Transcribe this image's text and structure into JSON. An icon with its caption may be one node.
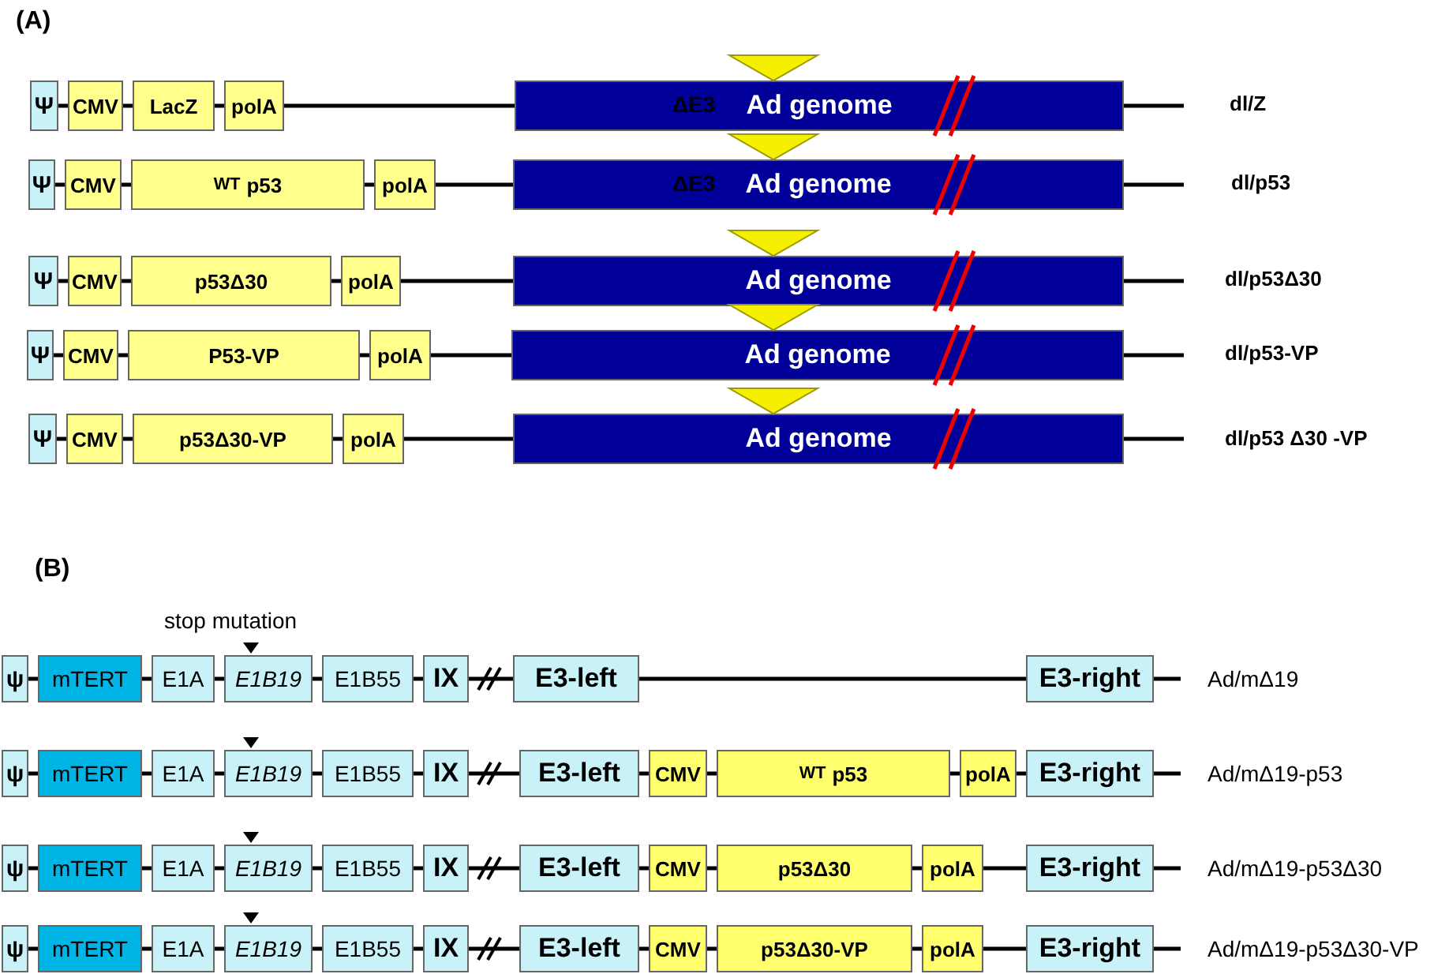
{
  "diagram": {
    "nodes": [
      {
        "text": [
          "Ψ"
        ]
      },
      {
        "text": [
          "CMV"
        ]
      },
      {
        "text": [
          "LacZ"
        ]
      },
      {
        "text": [
          "polA"
        ]
      },
      {
        "text": [
          "Ad genome"
        ]
      },
      {
        "text": [
          "Ψ"
        ]
      },
      {
        "text": [
          "CMV"
        ]
      },
      {
        "text": [
          "$^{WT}$ p53"
        ]
      },
      {
        "text": [
          "polA"
        ]
      },
      {
        "text": [
          "Ad genome"
        ]
      },
      {
        "text": [
          "Ψ"
        ]
      },
      {
        "text": [
          "CMV"
        ]
      },
      {
        "text": [
          "p53Δ30"
        ]
      },
      {
        "text": [
          "polA"
        ]
      },
      {
        "text": [
          "Ad genome"
        ]
      },
      {
        "text": [
          "Ψ"
        ]
      },
      {
        "text": [
          "CMV"
        ]
      },
      {
        "text": [
          "P53-VP"
        ]
      },
      {
        "text": [
          "polA"
        ]
      },
      {
        "text": [
          "Ad genome"
        ]
      },
      {
        "text": [
          "Ψ"
        ]
      },
      {
        "text": [
          "CMV"
        ]
      },
      {
        "text": [
          "p53Δ30-VP"
        ]
      },
      {
        "text": [
          "polA"
        ]
      },
      {
        "text": [
          "Ad genome"
        ]
      },
      {
        "text": [
          "ψ"
        ]
      },
      {
        "text": [
          "mTERT"
        ]
      },
      {
        "text": [
          "E1A"
        ]
      },
      {
        "text": [
          "E1B19"
        ]
      },
      {
        "text": [
          "E1B55"
        ]
      },
      {
        "text": [
          "IX"
        ]
      },
      {
        "text": [
          "E3-left"
        ]
      },
      {
        "text": [
          "E3-right"
        ]
      },
      {
        "text": [
          "ψ"
        ]
      },
      {
        "text": [
          "mTERT"
        ]
      },
      {
        "text": [
          "E1A"
        ]
      },
      {
        "text": [
          "E1B19"
        ]
      },
      {
        "text": [
          "E1B55"
        ]
      },
      {
        "text": [
          "IX"
        ]
      },
      {
        "text": [
          "E3-left"
        ]
      },
      {
        "text": [
          "CMV"
        ]
      },
      {
        "text": [
          "$^{WT}$ p53"
        ]
      },
      {
        "text": [
          "polA"
        ]
      },
      {
        "text": [
          "E3-right"
        ]
      },
      {
        "text": [
          "ψ"
        ]
      },
      {
        "text": [
          "mTERT"
        ]
      },
      {
        "text": [
          "E1A"
        ]
      },
      {
        "text": [
          "E1B19"
        ]
      },
      {
        "text": [
          "E1B55"
        ]
      },
      {
        "text": [
          "IX"
        ]
      },
      {
        "text": [
          "E3-left"
        ]
      },
      {
        "text": [
          "CMV"
        ]
      },
      {
        "text": [
          "p53Δ30"
        ]
      },
      {
        "text": [
          "polA"
        ]
      },
      {
        "text": [
          "E3-right"
        ]
      },
      {
        "text": [
          "ψ"
        ]
      },
      {
        "text": [
          "mTERT"
        ]
      },
      {
        "text": [
          "E1A"
        ]
      },
      {
        "text": [
          "E1B19"
        ]
      },
      {
        "text": [
          "E1B55"
        ]
      },
      {
        "text": [
          "IX"
        ]
      },
      {
        "text": [
          "E3-left"
        ]
      },
      {
        "text": [
          "CMV"
        ]
      },
      {
        "text": [
          "p53Δ30-VP"
        ]
      },
      {
        "text": [
          "polA"
        ]
      },
      {
        "text": [
          "E3-right"
        ]
      }
    ],
    "edges": [
      {
        "from": 0,
        "to": 1,
        "arrow": "none"
      },
      {
        "from": 1,
        "to": 2,
        "arrow": "none"
      },
      {
        "from": 2,
        "to": 3,
        "arrow": "none"
      },
      {
        "from": 3,
        "to": 4,
        "arrow": "none"
      },
      {
        "from": 4,
        "to": null,
        "arrow": "none"
      },
      {
        "from": 5,
        "to": 6,
        "arrow": "none"
      },
      {
        "from": 6,
        "to": 7,
        "arrow": "none"
      },
      {
        "from": 7,
        "to": 8,
        "arrow": "none"
      },
      {
        "from": 8,
        "to": 9,
        "arrow": "none"
      },
      {
        "from": 9,
        "to": null,
        "arrow": "none"
      },
      {
        "from": 10,
        "to": 11,
        "arrow": "none"
      },
      {
        "from": 11,
        "to": 12,
        "arrow": "none"
      },
      {
        "from": 12,
        "to": 13,
        "arrow": "none"
      },
      {
        "from": 13,
        "to": 14,
        "arrow": "none"
      },
      {
        "from": 14,
        "to": null,
        "arrow": "none"
      },
      {
        "from": 15,
        "to": 16,
        "arrow": "none"
      },
      {
        "from": 16,
        "to": 17,
        "arrow": "none"
      },
      {
        "from": 17,
        "to": 18,
        "arrow": "none"
      },
      {
        "from": 18,
        "to": 19,
        "arrow": "none"
      },
      {
        "from": 19,
        "to": null,
        "arrow": "none"
      },
      {
        "from": 20,
        "to": 21,
        "arrow": "none"
      },
      {
        "from": 21,
        "to": 22,
        "arrow": "none"
      },
      {
        "from": 22,
        "to": 23,
        "arrow": "none"
      },
      {
        "from": 23,
        "to": 24,
        "arrow": "none"
      },
      {
        "from": 24,
        "to": null,
        "arrow": "none"
      },
      {
        "from": 25,
        "to": 26,
        "arrow": "none"
      },
      {
        "from": 26,
        "to": 27,
        "arrow": "none"
      },
      {
        "from": 27,
        "to": 28,
        "arrow": "none"
      },
      {
        "from": 28,
        "to": 29,
        "arrow": "none"
      },
      {
        "from": 29,
        "to": 30,
        "arrow": "none"
      },
      {
        "from": 30,
        "to": 31,
        "arrow": "none"
      },
      {
        "from": 31,
        "to": 32,
        "arrow": "none"
      },
      {
        "from": 32,
        "to": null,
        "arrow": "none"
      },
      {
        "from": 33,
        "to": 34,
        "arrow": "none"
      },
      {
        "from": 34,
        "to": 35,
        "arrow": "none"
      },
      {
        "from": 35,
        "to": 36,
        "arrow": "none"
      },
      {
        "from": 36,
        "to": 37,
        "arrow": "none"
      },
      {
        "from": 37,
        "to": 38,
        "arrow": "none"
      },
      {
        "from": 38,
        "to": 39,
        "arrow": "none"
      },
      {
        "from": 39,
        "to": 40,
        "arrow": "none"
      },
      {
        "from": 40,
        "to": 41,
        "arrow": "none"
      },
      {
        "from": 41,
        "to": 42,
        "arrow": "none"
      },
      {
        "from": 42,
        "to": 43,
        "arrow": "none"
      },
      {
        "from": 43,
        "to": null,
        "arrow": "none"
      },
      {
        "from": 44,
        "to": 45,
        "arrow": "none"
      },
      {
        "from": 45,
        "to": 46,
        "arrow": "none"
      },
      {
        "from": 46,
        "to": 47,
        "arrow": "none"
      },
      {
        "from": 47,
        "to": 48,
        "arrow": "none"
      },
      {
        "from": 48,
        "to": 49,
        "arrow": "none"
      },
      {
        "from": 49,
        "to": 50,
        "arrow": "none"
      },
      {
        "from": 50,
        "to": 51,
        "arrow": "none"
      },
      {
        "from": 51,
        "to": 52,
        "arrow": "none"
      },
      {
        "from": 52,
        "to": 53,
        "arrow": "none"
      },
      {
        "from": 53,
        "to": 54,
        "arrow": "none"
      },
      {
        "from": 54,
        "to": null,
        "arrow": "none"
      },
      {
        "from": 55,
        "to": 56,
        "arrow": "none"
      },
      {
        "from": 56,
        "to": 57,
        "arrow": "none"
      },
      {
        "from": 57,
        "to": 58,
        "arrow": "none"
      },
      {
        "from": 58,
        "to": 59,
        "arrow": "none"
      },
      {
        "from": 59,
        "to": 60,
        "arrow": "none"
      },
      {
        "from": 60,
        "to": 61,
        "arrow": "none"
      },
      {
        "from": 61,
        "to": 62,
        "arrow": "none"
      },
      {
        "from": 62,
        "to": 63,
        "arrow": "none"
      },
      {
        "from": 63,
        "to": 64,
        "arrow": "none"
      },
      {
        "from": 64,
        "to": 65,
        "arrow": "none"
      },
      {
        "from": 65,
        "to": null,
        "arrow": "none"
      }
    ],
    "labels": [
      "(A)",
      "ΔE3",
      "dl/Z",
      "ΔE3",
      "dl/p53",
      "dl/p53Δ30",
      "dl/p53-VP",
      "dl/p53 Δ30 -VP",
      "(B)",
      "stop mutation",
      "Ad/mΔ19",
      "Ad/mΔ19-p53",
      "Ad/mΔ19-p53Δ30",
      "Ad/mΔ19-p53Δ30-VP"
    ]
  }
}
